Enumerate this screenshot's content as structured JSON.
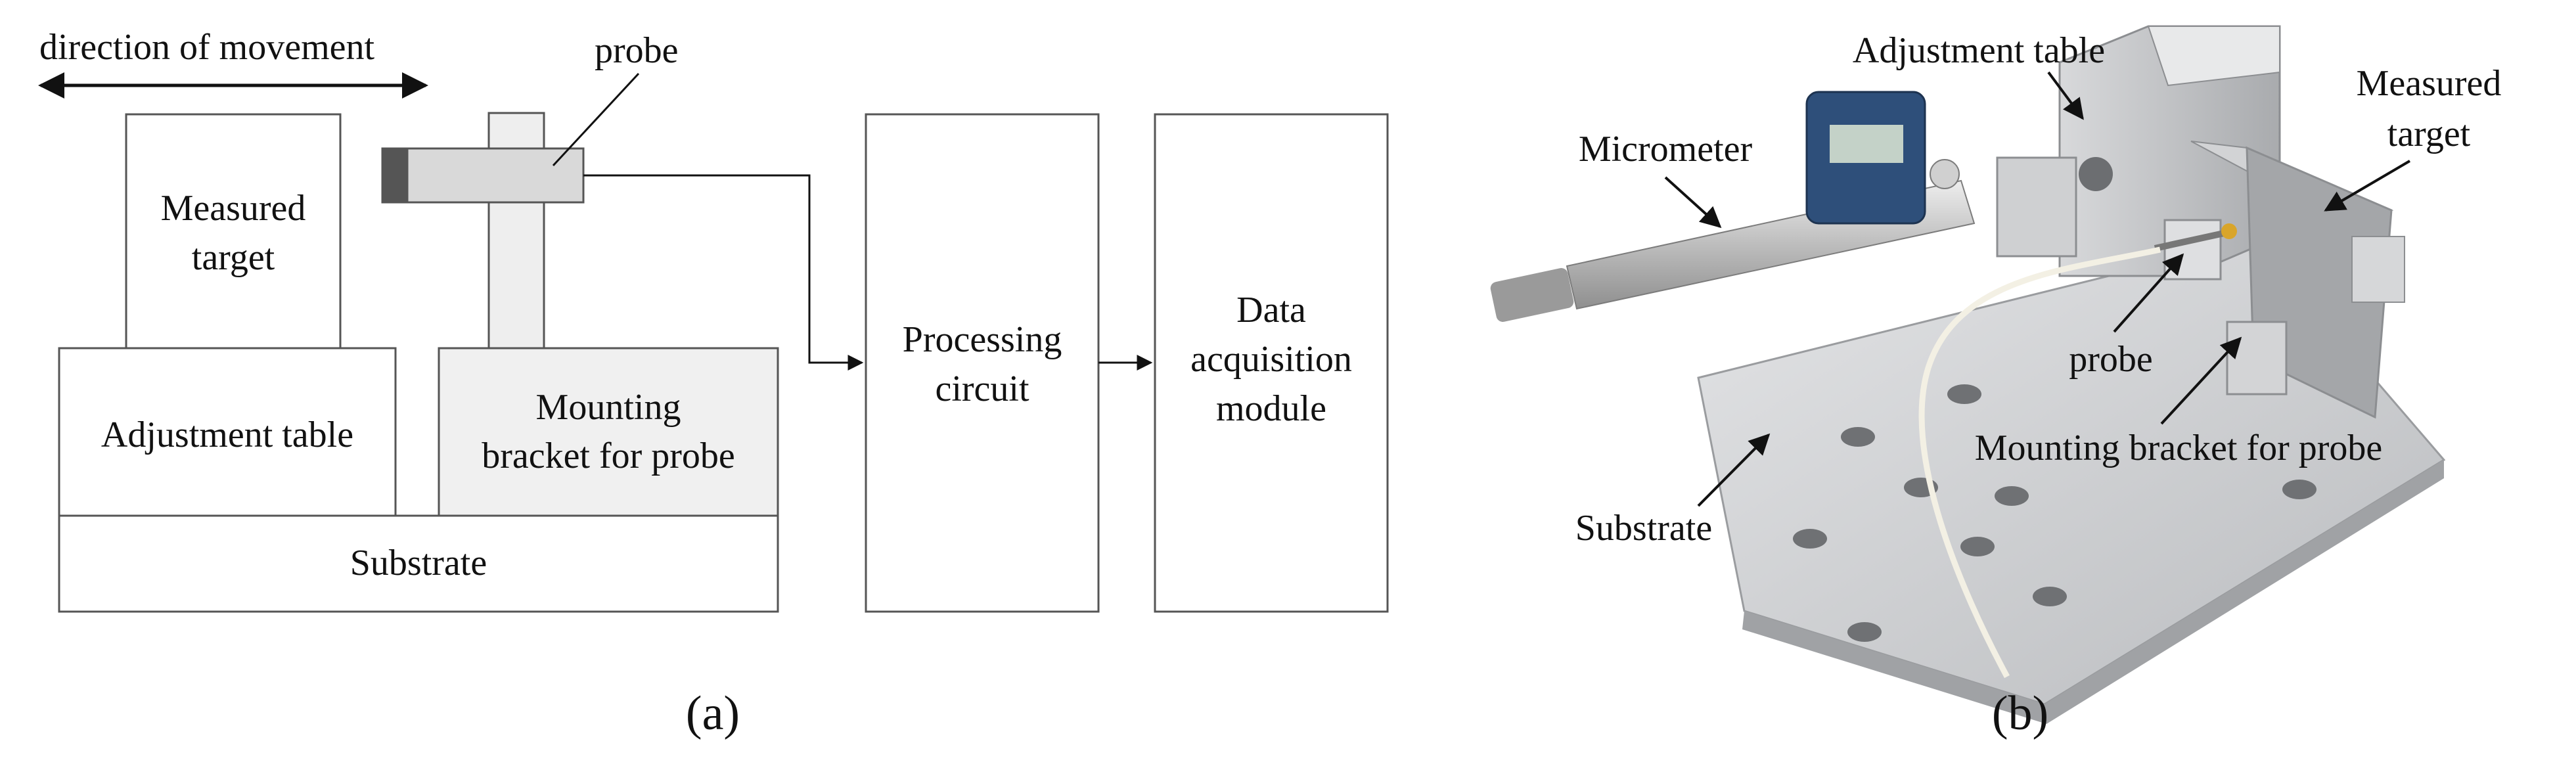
{
  "panel_a": {
    "direction_label": "direction of movement",
    "probe_label": "probe",
    "measured_target": [
      "Measured",
      "target"
    ],
    "adjustment_table": "Adjustment table",
    "mounting_bracket": [
      "Mounting",
      "bracket for probe"
    ],
    "substrate": "Substrate",
    "processing_circuit": [
      "Processing",
      "circuit"
    ],
    "data_acquisition": [
      "Data",
      "acquisition",
      "module"
    ],
    "caption": "(a)"
  },
  "panel_b": {
    "adjustment_table": "Adjustment table",
    "micrometer": "Micrometer",
    "measured_target": [
      "Measured",
      "target"
    ],
    "probe": "probe",
    "mounting_bracket": "Mounting bracket for probe",
    "substrate": "Substrate",
    "caption": "(b)"
  },
  "colors": {
    "outline": "#555555",
    "probe_body": "#d9d9d9",
    "probe_tip": "#555555",
    "bracket_fill": "#f0f0f0",
    "metal": "#c7c9cb",
    "micrometer_display": "#2e4f7a"
  }
}
